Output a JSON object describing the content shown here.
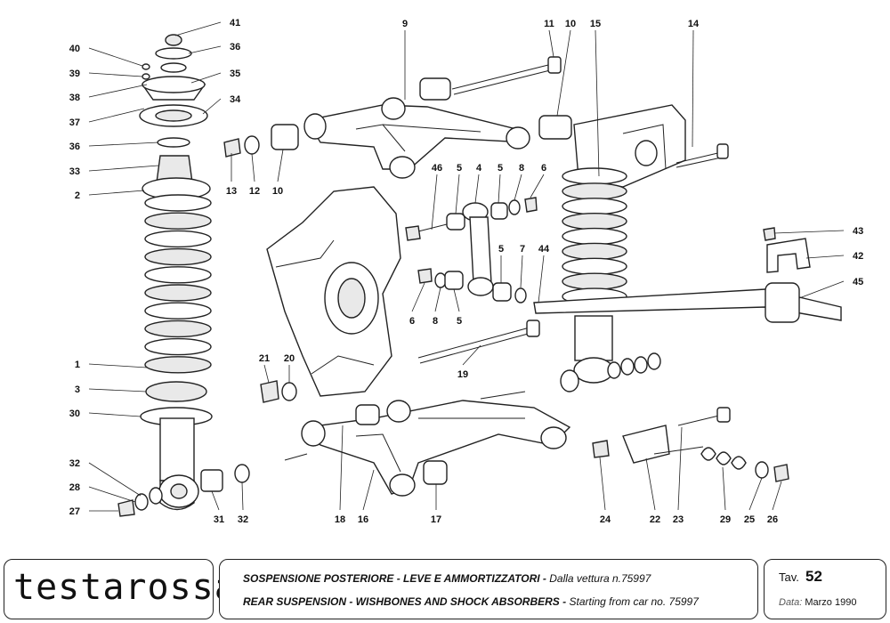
{
  "diagram": {
    "callouts": [
      "1",
      "2",
      "3",
      "4",
      "5",
      "6",
      "7",
      "8",
      "9",
      "10",
      "11",
      "12",
      "13",
      "14",
      "15",
      "16",
      "17",
      "18",
      "19",
      "20",
      "21",
      "22",
      "23",
      "24",
      "25",
      "26",
      "27",
      "28",
      "29",
      "30",
      "31",
      "32",
      "33",
      "34",
      "35",
      "36",
      "37",
      "38",
      "39",
      "40",
      "41",
      "42",
      "43",
      "44",
      "45",
      "46"
    ]
  },
  "footer": {
    "logo": "testarossa",
    "title_it_bold": "SOSPENSIONE POSTERIORE - LEVE E AMMORTIZZATORI -",
    "title_it_rest": " Dalla vettura n.75997",
    "title_en_bold": "REAR SUSPENSION - WISHBONES AND SHOCK ABSORBERS -",
    "title_en_rest": " Starting from car no. 75997",
    "tav_label": "Tav.",
    "tav_number": "52",
    "data_label": "Data:",
    "data_value": "Marzo 1990"
  }
}
